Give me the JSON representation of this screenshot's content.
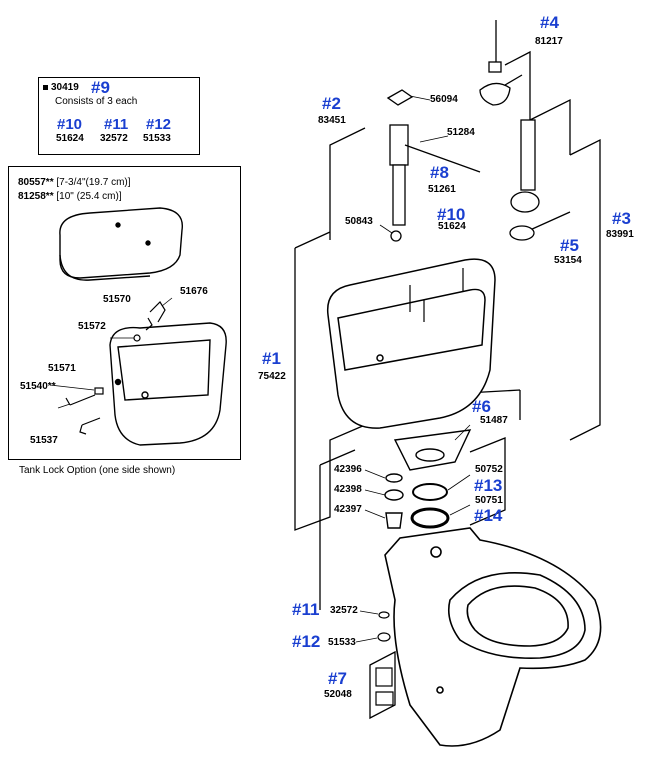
{
  "colors": {
    "callout": "#1a3fd0",
    "line": "#000000",
    "fill": "#ffffff"
  },
  "kit_box": {
    "part": "30419",
    "tag": "#9",
    "note": "Consists of 3 each",
    "items": [
      {
        "tag": "#10",
        "part": "51624"
      },
      {
        "tag": "#11",
        "part": "32572"
      },
      {
        "tag": "#12",
        "part": "51533"
      }
    ]
  },
  "lid_box": {
    "lid1_part": "80557**",
    "lid1_size": "[7-3/4\"(19.7 cm)]",
    "lid2_part": "81258**",
    "lid2_size": "[10\" (25.4 cm)]",
    "parts": [
      "51570",
      "51676",
      "51572",
      "51571",
      "51540**",
      "51537"
    ],
    "caption": "Tank Lock Option (one side shown)"
  },
  "callouts": {
    "t1": {
      "tag": "#1",
      "part": "75422"
    },
    "t2": {
      "tag": "#2",
      "part": "83451"
    },
    "t3": {
      "tag": "#3",
      "part": "83991"
    },
    "t4": {
      "tag": "#4",
      "part": "81217"
    },
    "t5": {
      "tag": "#5",
      "part": "53154"
    },
    "t6": {
      "tag": "#6",
      "part": "51487"
    },
    "t7": {
      "tag": "#7",
      "part": "52048"
    },
    "t8": {
      "tag": "#8",
      "part": "51261"
    },
    "t10": {
      "tag": "#10",
      "part": "51624"
    },
    "t11": {
      "tag": "#11",
      "part": "32572"
    },
    "t12": {
      "tag": "#12",
      "part": "51533"
    },
    "t13": {
      "tag": "#13",
      "part": "50752"
    },
    "t14": {
      "tag": "#14",
      "part": "50751"
    }
  },
  "loose_parts": [
    "56094",
    "51284",
    "50843",
    "42396",
    "42398",
    "42397"
  ]
}
